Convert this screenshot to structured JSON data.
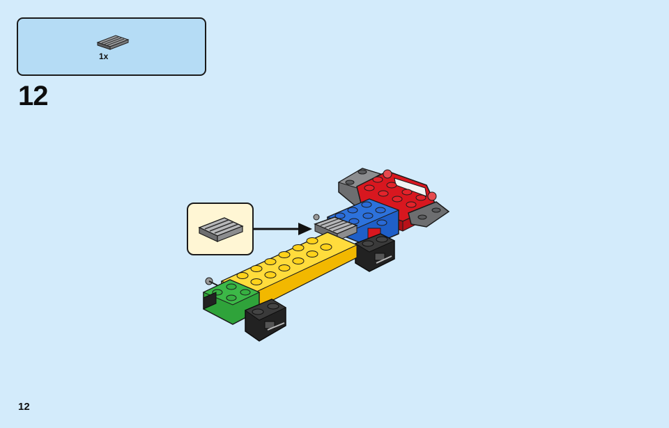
{
  "parts_list": {
    "items": [
      {
        "part": "grille-tile-1x2-dark-gray",
        "quantity": "1x"
      }
    ]
  },
  "step": {
    "number": "12"
  },
  "page": {
    "number": "12"
  },
  "colors": {
    "background": "#d3ebfb",
    "parts_box": "#b5dcf5",
    "callout": "#fff6d4",
    "brick_yellow": "#ffd21a",
    "brick_blue": "#1f5fc8",
    "brick_red": "#d8171f",
    "brick_green": "#2fa33a",
    "brick_black": "#222222",
    "brick_gray": "#6d6e70"
  }
}
